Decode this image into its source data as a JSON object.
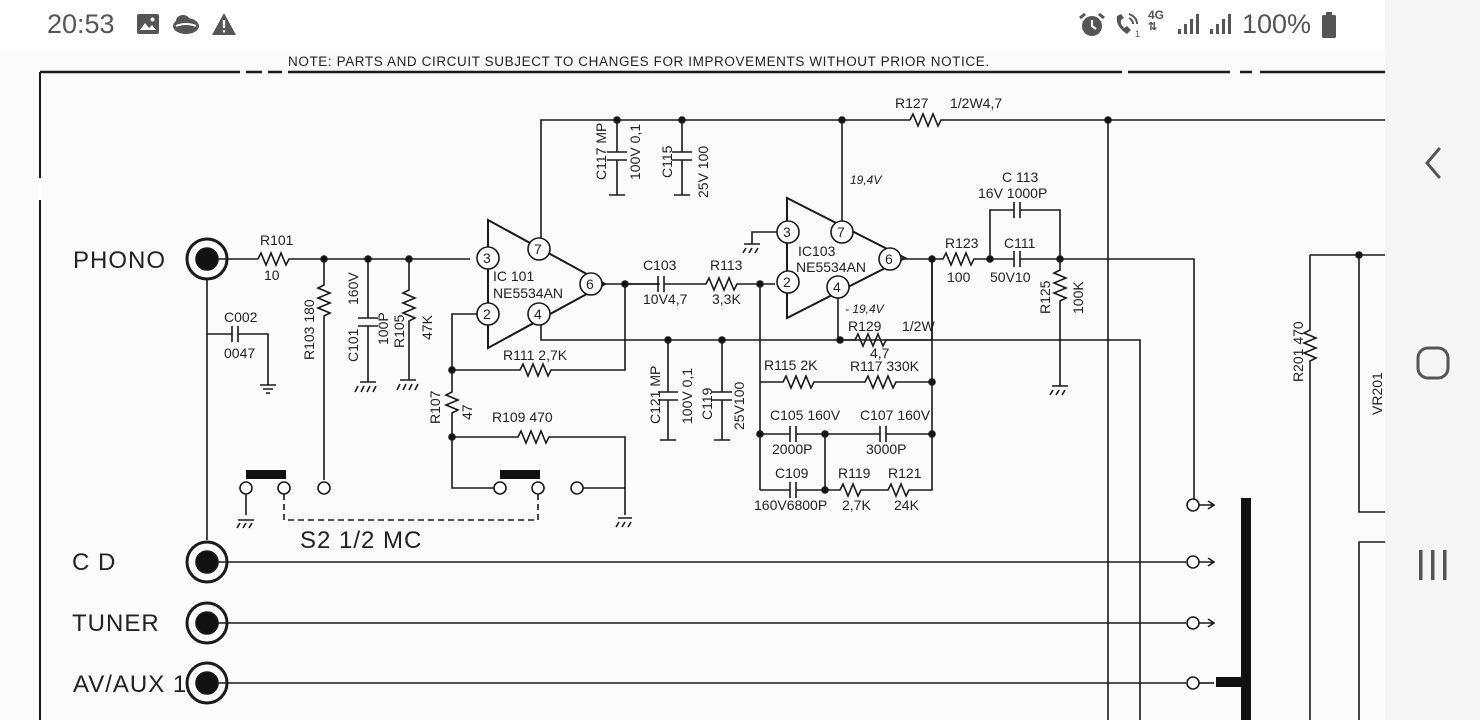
{
  "status_bar": {
    "time": "20:53",
    "left_icons": [
      "image-icon",
      "cloud-icon",
      "warning-icon"
    ],
    "right_icons": [
      "alarm-icon",
      "wifi-calling-icon",
      "4g-icon",
      "signal-icon",
      "signal-icon-2",
      "battery-icon"
    ],
    "network": "4G",
    "battery": "100%"
  },
  "navigation_bar": {
    "buttons": [
      "back-button",
      "home-button",
      "recents-button"
    ]
  },
  "schematic": {
    "note": "NOTE: PARTS AND CIRCUIT SUBJECT TO CHANGES FOR IMPROVEMENTS WITHOUT PRIOR NOTICE.",
    "inputs": {
      "phono": "PHONO",
      "cd": "C D",
      "tuner": "TUNER",
      "aux": "AV/AUX 1"
    },
    "switch": "S2  1/2  MC",
    "ic101": {
      "name": "IC 101",
      "part": "NE5534AN",
      "pins": [
        "3",
        "2",
        "7",
        "4",
        "6"
      ]
    },
    "ic103": {
      "name": "IC103",
      "part": "NE5534AN",
      "pins": [
        "3",
        "2",
        "7",
        "4",
        "6"
      ]
    },
    "voltages": {
      "pos": "19,4V",
      "neg": "- 19,4V"
    },
    "components": {
      "r101": "R101",
      "r101_val": "10",
      "c002": "C002",
      "c002_val": "0047",
      "r103": "R103  180",
      "c101": "C101",
      "c101_val": "160V",
      "c101_val2": "100P",
      "r105": "R105",
      "r105_val": "47K",
      "r107": "R107",
      "r107_val": "47",
      "r109": "R109  470",
      "r111": "R111  2,7K",
      "c117": "C117 MP",
      "c117_val": "100V 0,1",
      "c115": "C115",
      "c115_val": "25V 100",
      "c103": "C103",
      "c103_val": "10V4,7",
      "r113": "R113",
      "r113_val": "3,3K",
      "c121": "C121 MP",
      "c121_val": "100V 0,1",
      "c119": "C119",
      "c119_val": "25V100",
      "r127": "R127",
      "r127_val": "1/2W4,7",
      "r129": "R129",
      "r129_val": "1/2W",
      "r129_val2": "4,7",
      "r115": "R115  2K",
      "r117": "R117  330K",
      "c105": "C105 160V",
      "c105_val": "2000P",
      "c107": "C107 160V",
      "c107_val": "3000P",
      "c109": "C109",
      "c109_val": "160V6800P",
      "r119": "R119",
      "r119_val": "2,7K",
      "r121": "R121",
      "r121_val": "24K",
      "r123": "R123",
      "r123_val": "100",
      "c111": "C111",
      "c111_val": "50V10",
      "c113": "C 113",
      "c113_val": "16V 1000P",
      "r125": "R125",
      "r125_val": "100K",
      "r201": "R201  470",
      "vr201": "VR201"
    }
  }
}
